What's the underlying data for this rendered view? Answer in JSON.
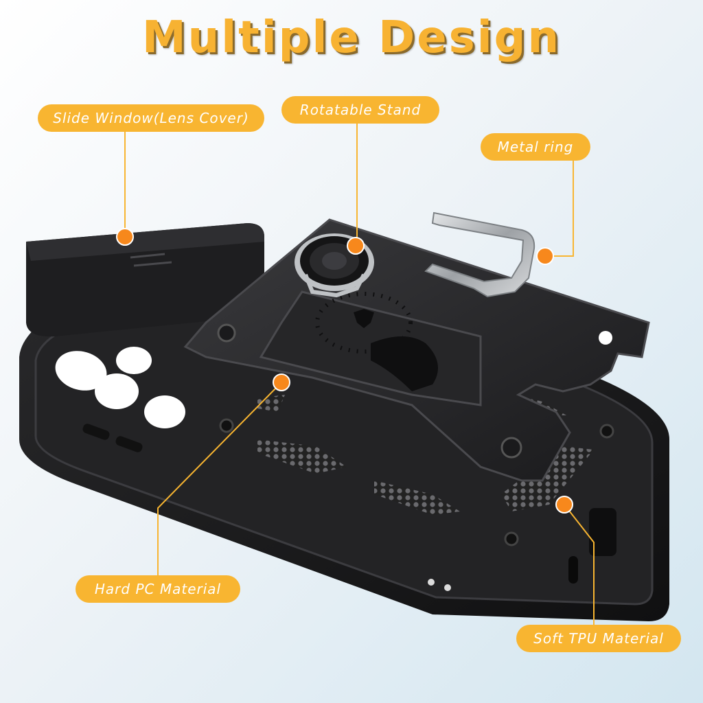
{
  "title": "Multiple Design",
  "callouts": {
    "slide_window": "Slide Window(Lens Cover)",
    "rotatable_stand": "Rotatable Stand",
    "metal_ring": "Metal ring",
    "hard_pc": "Hard PC Material",
    "soft_tpu": "Soft TPU Material"
  },
  "colors": {
    "accent": "#f8b531",
    "marker": "#f7881c",
    "case": "#1c1c1e",
    "ring": "#b9bcc0"
  }
}
